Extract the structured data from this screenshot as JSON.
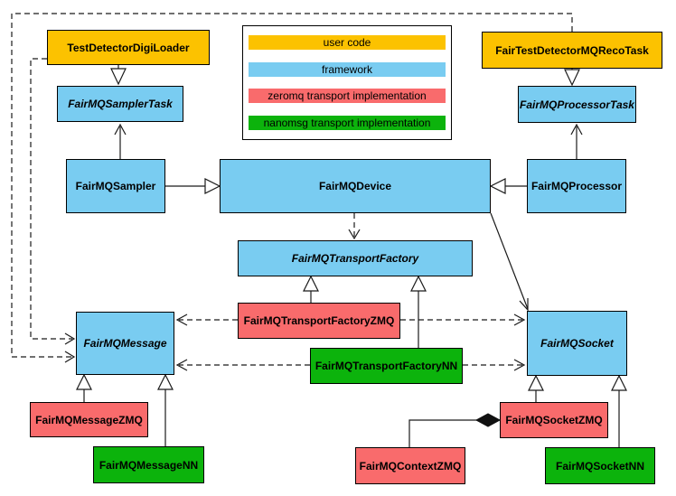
{
  "colors": {
    "user_code": "#FCC200",
    "framework": "#79CCF1",
    "zeromq": "#F96B6C",
    "nanomsg": "#0CB30C"
  },
  "legend": {
    "items": [
      {
        "label": "user code",
        "color": "#FCC200"
      },
      {
        "label": "framework",
        "color": "#79CCF1"
      },
      {
        "label": "zeromq transport implementation",
        "color": "#F96B6C"
      },
      {
        "label": "nanomsg transport implementation",
        "color": "#0CB30C"
      }
    ]
  },
  "nodes": {
    "testDetectorDigiLoader": {
      "label": "TestDetectorDigiLoader",
      "category": "user code",
      "abstract": false
    },
    "fairTestDetectorMQRecoTask": {
      "label": "FairTestDetectorMQRecoTask",
      "category": "user code",
      "abstract": false
    },
    "fairMQSamplerTask": {
      "label": "FairMQSamplerTask",
      "category": "framework",
      "abstract": true
    },
    "fairMQProcessorTask": {
      "label": "FairMQProcessorTask",
      "category": "framework",
      "abstract": true
    },
    "fairMQSampler": {
      "label": "FairMQSampler",
      "category": "framework",
      "abstract": false
    },
    "fairMQDevice": {
      "label": "FairMQDevice",
      "category": "framework",
      "abstract": false
    },
    "fairMQProcessor": {
      "label": "FairMQProcessor",
      "category": "framework",
      "abstract": false
    },
    "fairMQTransportFactory": {
      "label": "FairMQTransportFactory",
      "category": "framework",
      "abstract": true
    },
    "fairMQTransportFactoryZMQ": {
      "label": "FairMQTransportFactoryZMQ",
      "category": "zeromq",
      "abstract": false
    },
    "fairMQTransportFactoryNN": {
      "label": "FairMQTransportFactoryNN",
      "category": "nanomsg",
      "abstract": false
    },
    "fairMQMessage": {
      "label": "FairMQMessage",
      "category": "framework",
      "abstract": true
    },
    "fairMQSocket": {
      "label": "FairMQSocket",
      "category": "framework",
      "abstract": true
    },
    "fairMQMessageZMQ": {
      "label": "FairMQMessageZMQ",
      "category": "zeromq",
      "abstract": false
    },
    "fairMQMessageNN": {
      "label": "FairMQMessageNN",
      "category": "nanomsg",
      "abstract": false
    },
    "fairMQContextZMQ": {
      "label": "FairMQContextZMQ",
      "category": "zeromq",
      "abstract": false
    },
    "fairMQSocketZMQ": {
      "label": "FairMQSocketZMQ",
      "category": "zeromq",
      "abstract": false
    },
    "fairMQSocketNN": {
      "label": "FairMQSocketNN",
      "category": "nanomsg",
      "abstract": false
    }
  },
  "relations": [
    {
      "from": "TestDetectorDigiLoader",
      "to": "FairMQSamplerTask",
      "type": "inheritance"
    },
    {
      "from": "FairTestDetectorMQRecoTask",
      "to": "FairMQProcessorTask",
      "type": "inheritance"
    },
    {
      "from": "FairMQSampler",
      "to": "FairMQSamplerTask",
      "type": "association"
    },
    {
      "from": "FairMQProcessor",
      "to": "FairMQProcessorTask",
      "type": "association"
    },
    {
      "from": "FairMQSampler",
      "to": "FairMQDevice",
      "type": "inheritance"
    },
    {
      "from": "FairMQProcessor",
      "to": "FairMQDevice",
      "type": "inheritance"
    },
    {
      "from": "FairMQDevice",
      "to": "FairMQTransportFactory",
      "type": "dependency"
    },
    {
      "from": "FairMQDevice",
      "to": "FairMQSocket",
      "type": "association"
    },
    {
      "from": "FairMQTransportFactoryZMQ",
      "to": "FairMQTransportFactory",
      "type": "inheritance"
    },
    {
      "from": "FairMQTransportFactoryNN",
      "to": "FairMQTransportFactory",
      "type": "inheritance"
    },
    {
      "from": "FairMQTransportFactoryZMQ",
      "to": "FairMQMessage",
      "type": "dependency"
    },
    {
      "from": "FairMQTransportFactoryZMQ",
      "to": "FairMQSocket",
      "type": "dependency"
    },
    {
      "from": "FairMQTransportFactoryNN",
      "to": "FairMQMessage",
      "type": "dependency"
    },
    {
      "from": "FairMQTransportFactoryNN",
      "to": "FairMQSocket",
      "type": "dependency"
    },
    {
      "from": "TestDetectorDigiLoader",
      "to": "FairMQMessage",
      "type": "dependency"
    },
    {
      "from": "FairTestDetectorMQRecoTask",
      "to": "FairMQMessage",
      "type": "dependency"
    },
    {
      "from": "FairMQMessageZMQ",
      "to": "FairMQMessage",
      "type": "inheritance"
    },
    {
      "from": "FairMQMessageNN",
      "to": "FairMQMessage",
      "type": "inheritance"
    },
    {
      "from": "FairMQSocketZMQ",
      "to": "FairMQSocket",
      "type": "inheritance"
    },
    {
      "from": "FairMQSocketNN",
      "to": "FairMQSocket",
      "type": "inheritance"
    },
    {
      "from": "FairMQContextZMQ",
      "to": "FairMQSocketZMQ",
      "type": "composition"
    }
  ]
}
